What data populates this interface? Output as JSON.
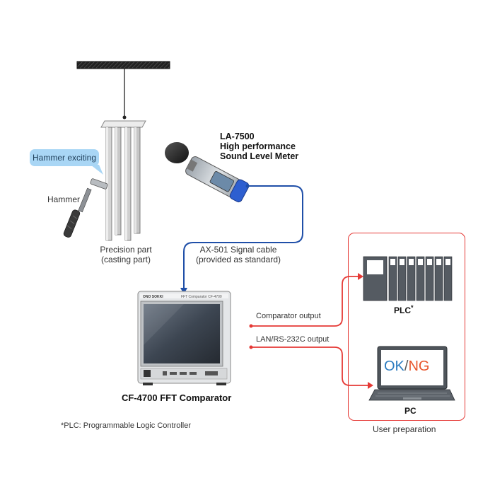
{
  "callout": "Hammer exciting",
  "hammer_label": "Hammer",
  "part_label_line1": "Precision part",
  "part_label_line2": "(casting part)",
  "meter": {
    "model": "LA-7500",
    "desc_line1": "High performance",
    "desc_line2": "Sound Level Meter"
  },
  "cable_line1": "AX-501 Signal cable",
  "cable_line2": "(provided as standard)",
  "comparator": {
    "name": "CF-4700 FFT Comparator",
    "brand": "ONO SOKKI",
    "panel_text": "FFT Comparator CF-4700"
  },
  "outputs": {
    "comparator_output": "Comparator output",
    "lan_output": "LAN/RS-232C output"
  },
  "plc_label": "PLC",
  "plc_mark": "*",
  "pc_label": "PC",
  "screen_ok": "OK",
  "screen_slash": "/",
  "screen_ng": "NG",
  "user_prep": "User preparation",
  "footnote": "*PLC: Programmable Logic Controller",
  "colors": {
    "signal_cable": "#1f4fa8",
    "output_line": "#e53935",
    "callout_bg": "#a9d6f5",
    "ok_text": "#2b7bbf",
    "ng_text": "#e8552b"
  }
}
